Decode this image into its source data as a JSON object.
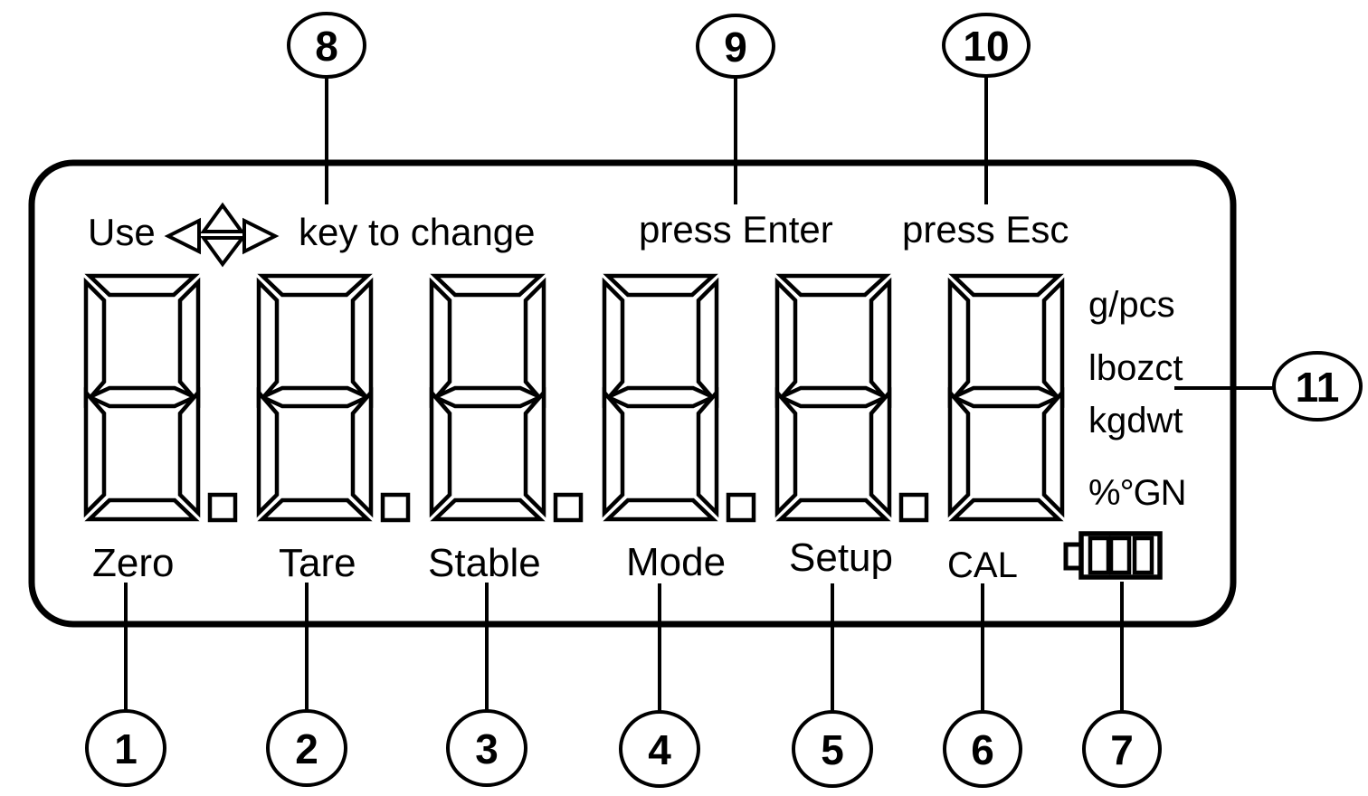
{
  "diagram": {
    "kind": "scale-lcd-display-callout-diagram",
    "prompts": {
      "use": "Use",
      "key_to_change": "key to change",
      "press_enter": "press Enter",
      "press_esc": "press Esc"
    },
    "display_value": "8.8.8.8.8.8",
    "digit_count": 6,
    "decimal_point_count": 5,
    "units": {
      "row1": "g/pcs",
      "row2": "lbozct",
      "row3": "kgdwt",
      "row4": "%°GN"
    },
    "indicators": {
      "zero": "Zero",
      "tare": "Tare",
      "stable": "Stable",
      "mode": "Mode",
      "setup": "Setup",
      "cal": "CAL"
    },
    "battery_icon": "battery-level-3-bars",
    "colors": {
      "foreground": "#000000",
      "background": "#ffffff"
    }
  },
  "callouts": {
    "n1": "1",
    "n2": "2",
    "n3": "3",
    "n4": "4",
    "n5": "5",
    "n6": "6",
    "n7": "7",
    "n8": "8",
    "n9": "9",
    "n10": "10",
    "n11": "11"
  }
}
